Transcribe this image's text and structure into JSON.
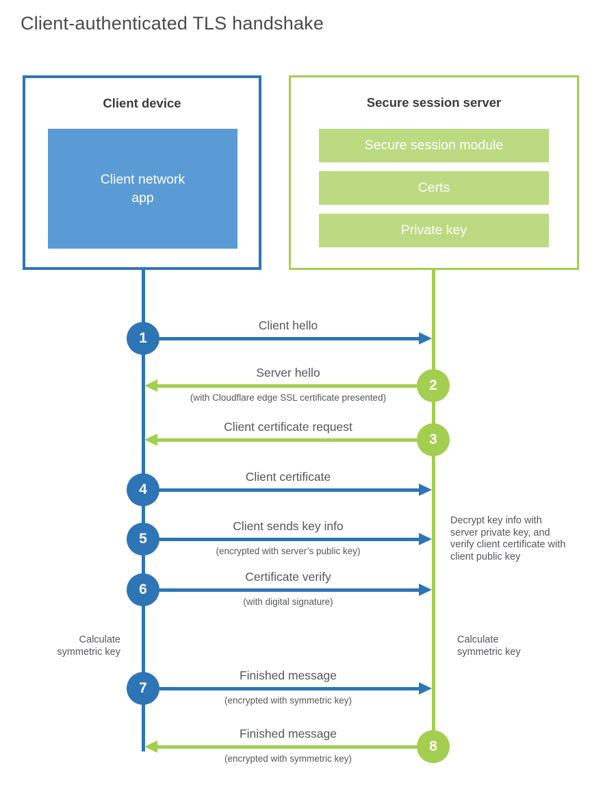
{
  "title": "Client-authenticated TLS handshake",
  "colors": {
    "client_accent": "#2e75b6",
    "client_fill": "#5b9bd5",
    "server_accent": "#a3ce4f",
    "server_fill": "#bcda82",
    "heading_text": "#3a3a3a",
    "label_text": "#55565a"
  },
  "client_box": {
    "title": "Client device",
    "module": "Client network app"
  },
  "server_box": {
    "title": "Secure session server",
    "modules": [
      "Secure session module",
      "Certs",
      "Private key"
    ]
  },
  "messages": [
    {
      "step": "1",
      "label": "Client hello",
      "sublabel": "",
      "from": "client",
      "to": "server"
    },
    {
      "step": "2",
      "label": "Server hello",
      "sublabel": "(with Cloudflare edge SSL certificate presented)",
      "from": "server",
      "to": "client"
    },
    {
      "step": "3",
      "label": "Client certificate request",
      "sublabel": "",
      "from": "server",
      "to": "client"
    },
    {
      "step": "4",
      "label": "Client certificate",
      "sublabel": "",
      "from": "client",
      "to": "server"
    },
    {
      "step": "5",
      "label": "Client sends key info",
      "sublabel": "(encrypted with server’s public key)",
      "from": "client",
      "to": "server"
    },
    {
      "step": "6",
      "label": "Certificate verify",
      "sublabel": "(with digital signature)",
      "from": "client",
      "to": "server"
    },
    {
      "step": "7",
      "label": "Finished message",
      "sublabel": "(encrypted with symmetric key)",
      "from": "client",
      "to": "server"
    },
    {
      "step": "8",
      "label": "Finished message",
      "sublabel": "(encrypted with symmetric key)",
      "from": "server",
      "to": "client"
    }
  ],
  "annotations": {
    "server_note": "Decrypt key info with server private key, and verify client certificate with client public key",
    "client_calc": "Calculate symmetric key",
    "server_calc": "Calculate symmetric key"
  }
}
